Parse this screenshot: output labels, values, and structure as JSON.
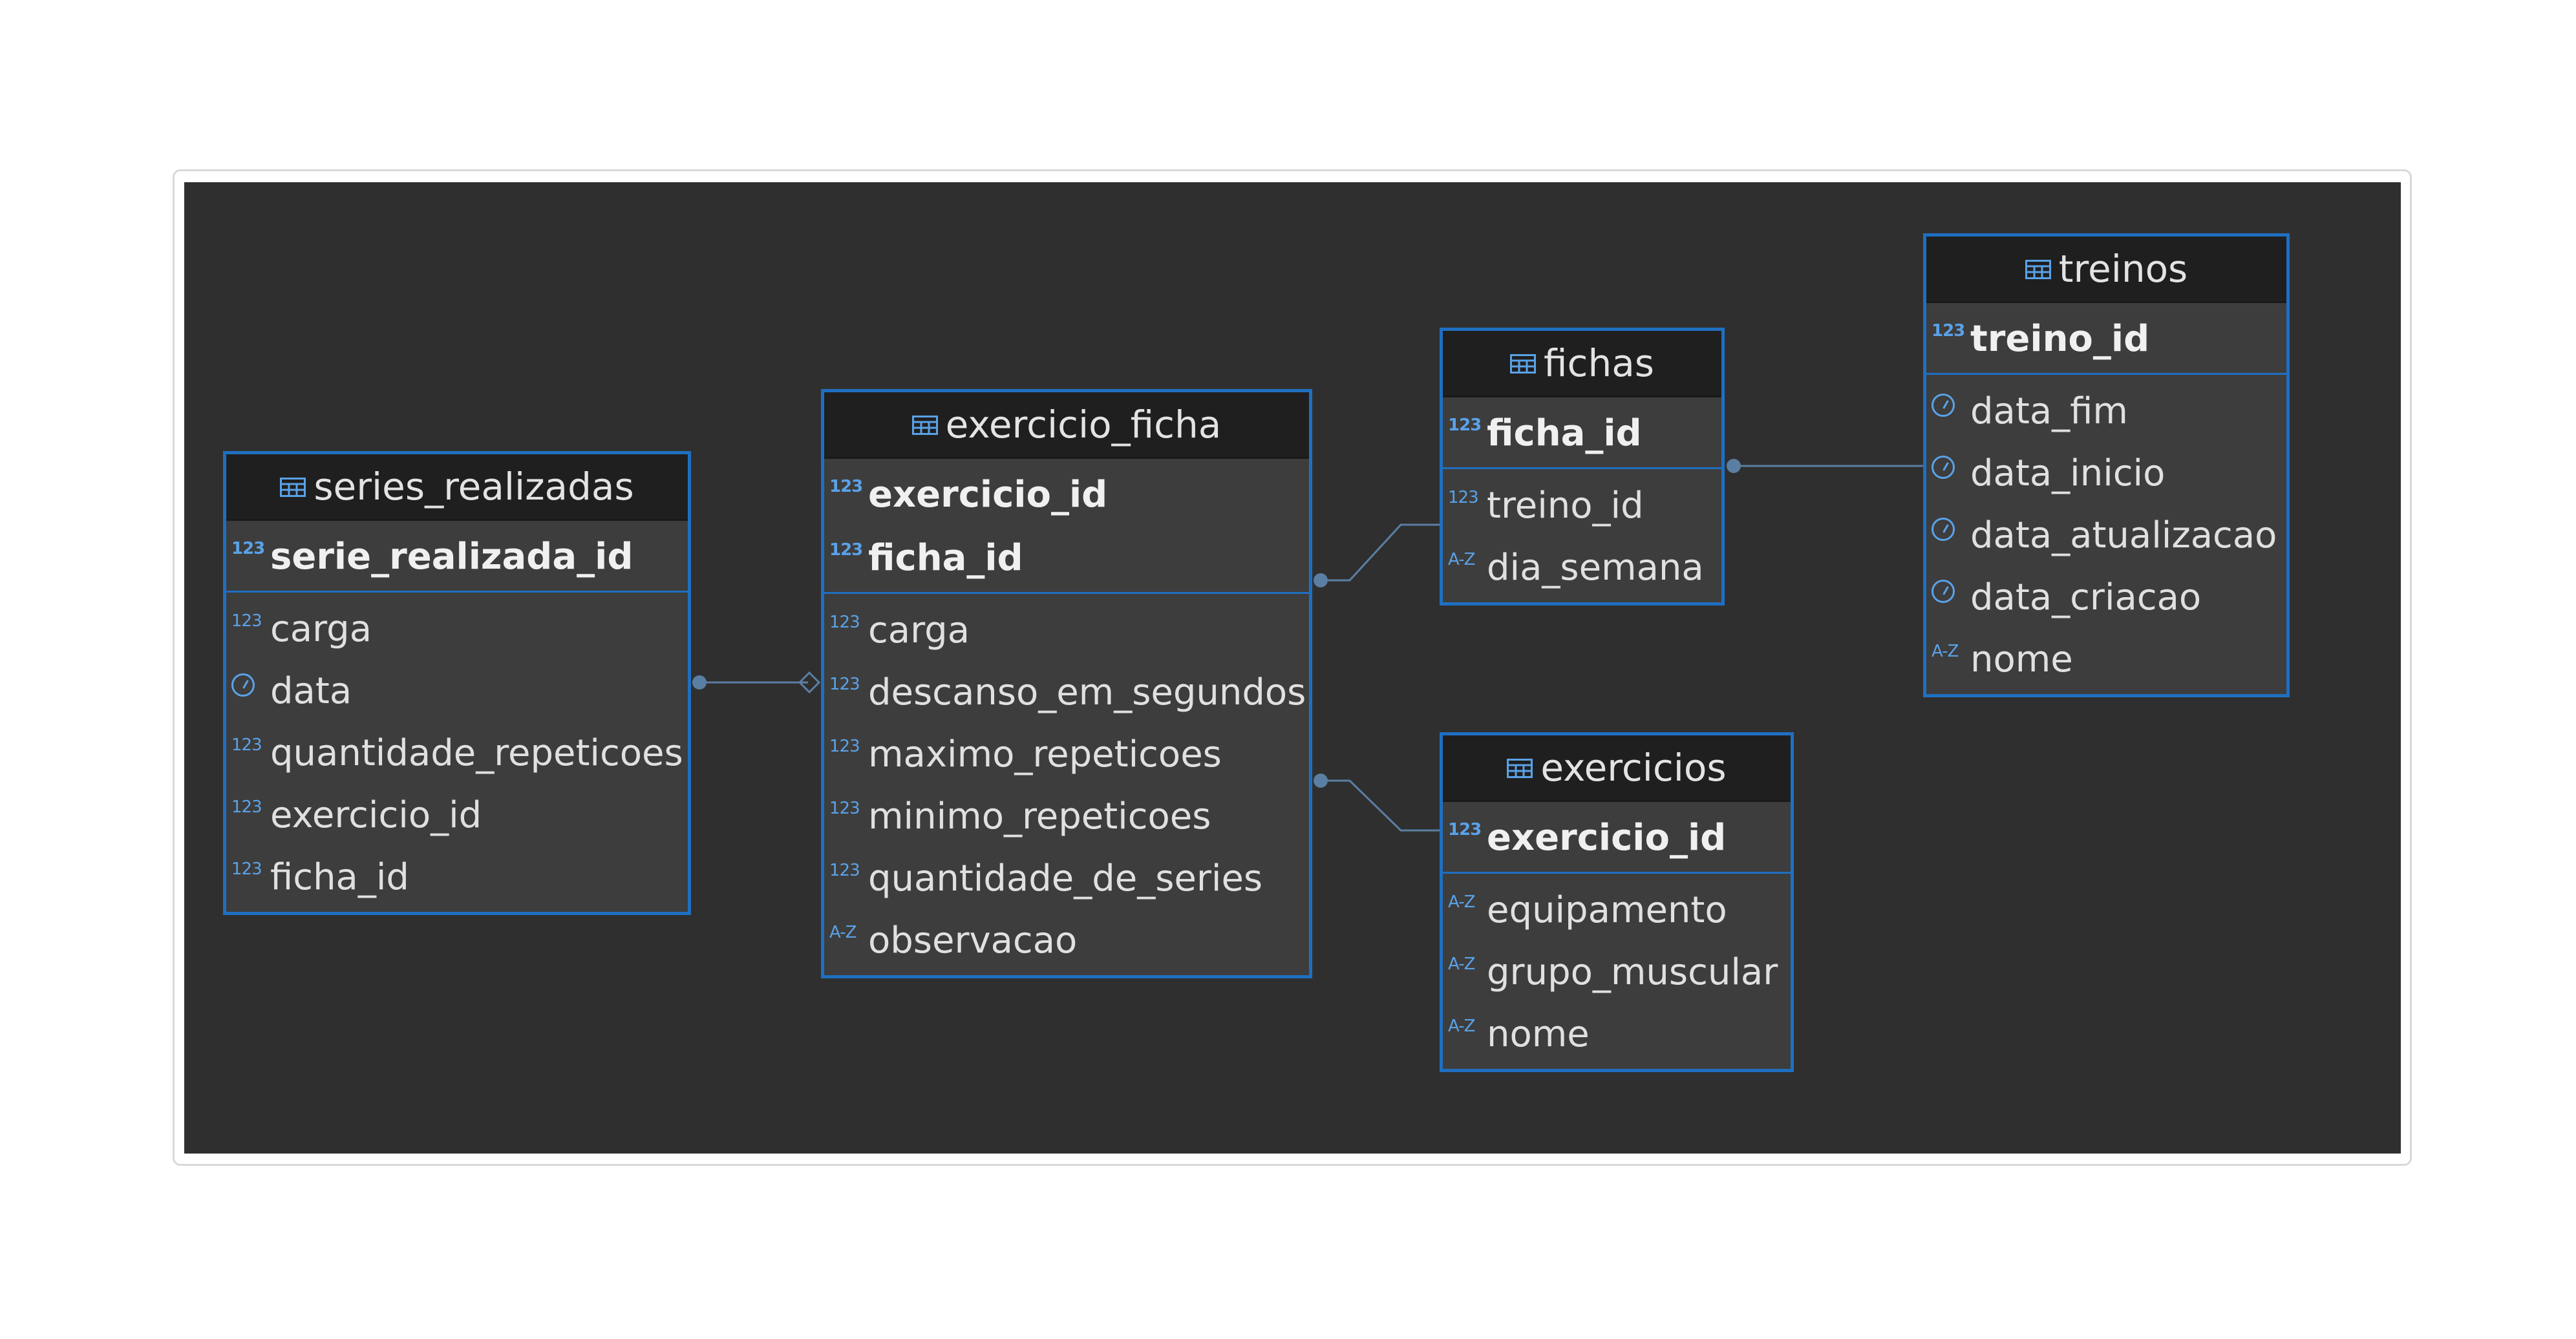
{
  "diagram": {
    "entities": {
      "series_realizadas": {
        "title": "series_realizadas",
        "keys": [
          {
            "type": "123",
            "name": "serie_realizada_id"
          }
        ],
        "attributes": [
          {
            "type": "123",
            "name": "carga"
          },
          {
            "type": "clock",
            "name": "data"
          },
          {
            "type": "123",
            "name": "quantidade_repeticoes"
          },
          {
            "type": "123",
            "name": "exercicio_id"
          },
          {
            "type": "123",
            "name": "ficha_id"
          }
        ]
      },
      "exercicio_ficha": {
        "title": "exercicio_ficha",
        "keys": [
          {
            "type": "123",
            "name": "exercicio_id"
          },
          {
            "type": "123",
            "name": "ficha_id"
          }
        ],
        "attributes": [
          {
            "type": "123",
            "name": "carga"
          },
          {
            "type": "123",
            "name": "descanso_em_segundos"
          },
          {
            "type": "123",
            "name": "maximo_repeticoes"
          },
          {
            "type": "123",
            "name": "minimo_repeticoes"
          },
          {
            "type": "123",
            "name": "quantidade_de_series"
          },
          {
            "type": "A-Z",
            "name": "observacao"
          }
        ]
      },
      "fichas": {
        "title": "fichas",
        "keys": [
          {
            "type": "123",
            "name": "ficha_id"
          }
        ],
        "attributes": [
          {
            "type": "123",
            "name": "treino_id"
          },
          {
            "type": "A-Z",
            "name": "dia_semana"
          }
        ]
      },
      "exercicios": {
        "title": "exercicios",
        "keys": [
          {
            "type": "123",
            "name": "exercicio_id"
          }
        ],
        "attributes": [
          {
            "type": "A-Z",
            "name": "equipamento"
          },
          {
            "type": "A-Z",
            "name": "grupo_muscular"
          },
          {
            "type": "A-Z",
            "name": "nome"
          }
        ]
      },
      "treinos": {
        "title": "treinos",
        "keys": [
          {
            "type": "123",
            "name": "treino_id"
          }
        ],
        "attributes": [
          {
            "type": "clock",
            "name": "data_fim"
          },
          {
            "type": "clock",
            "name": "data_inicio"
          },
          {
            "type": "clock",
            "name": "data_atualizacao"
          },
          {
            "type": "clock",
            "name": "data_criacao"
          },
          {
            "type": "A-Z",
            "name": "nome"
          }
        ]
      }
    },
    "relationships": [
      {
        "from": "series_realizadas",
        "to": "exercicio_ficha"
      },
      {
        "from": "exercicio_ficha",
        "to": "fichas"
      },
      {
        "from": "exercicio_ficha",
        "to": "exercicios"
      },
      {
        "from": "fichas",
        "to": "treinos"
      }
    ],
    "colors": {
      "canvas": "#2f2f2f",
      "entity_border": "#1f6fc1",
      "header_bg": "#1f1f1f",
      "body_bg": "#3d3d3d",
      "type_icon": "#5aa2e8",
      "connector": "#5b7fa3"
    }
  }
}
